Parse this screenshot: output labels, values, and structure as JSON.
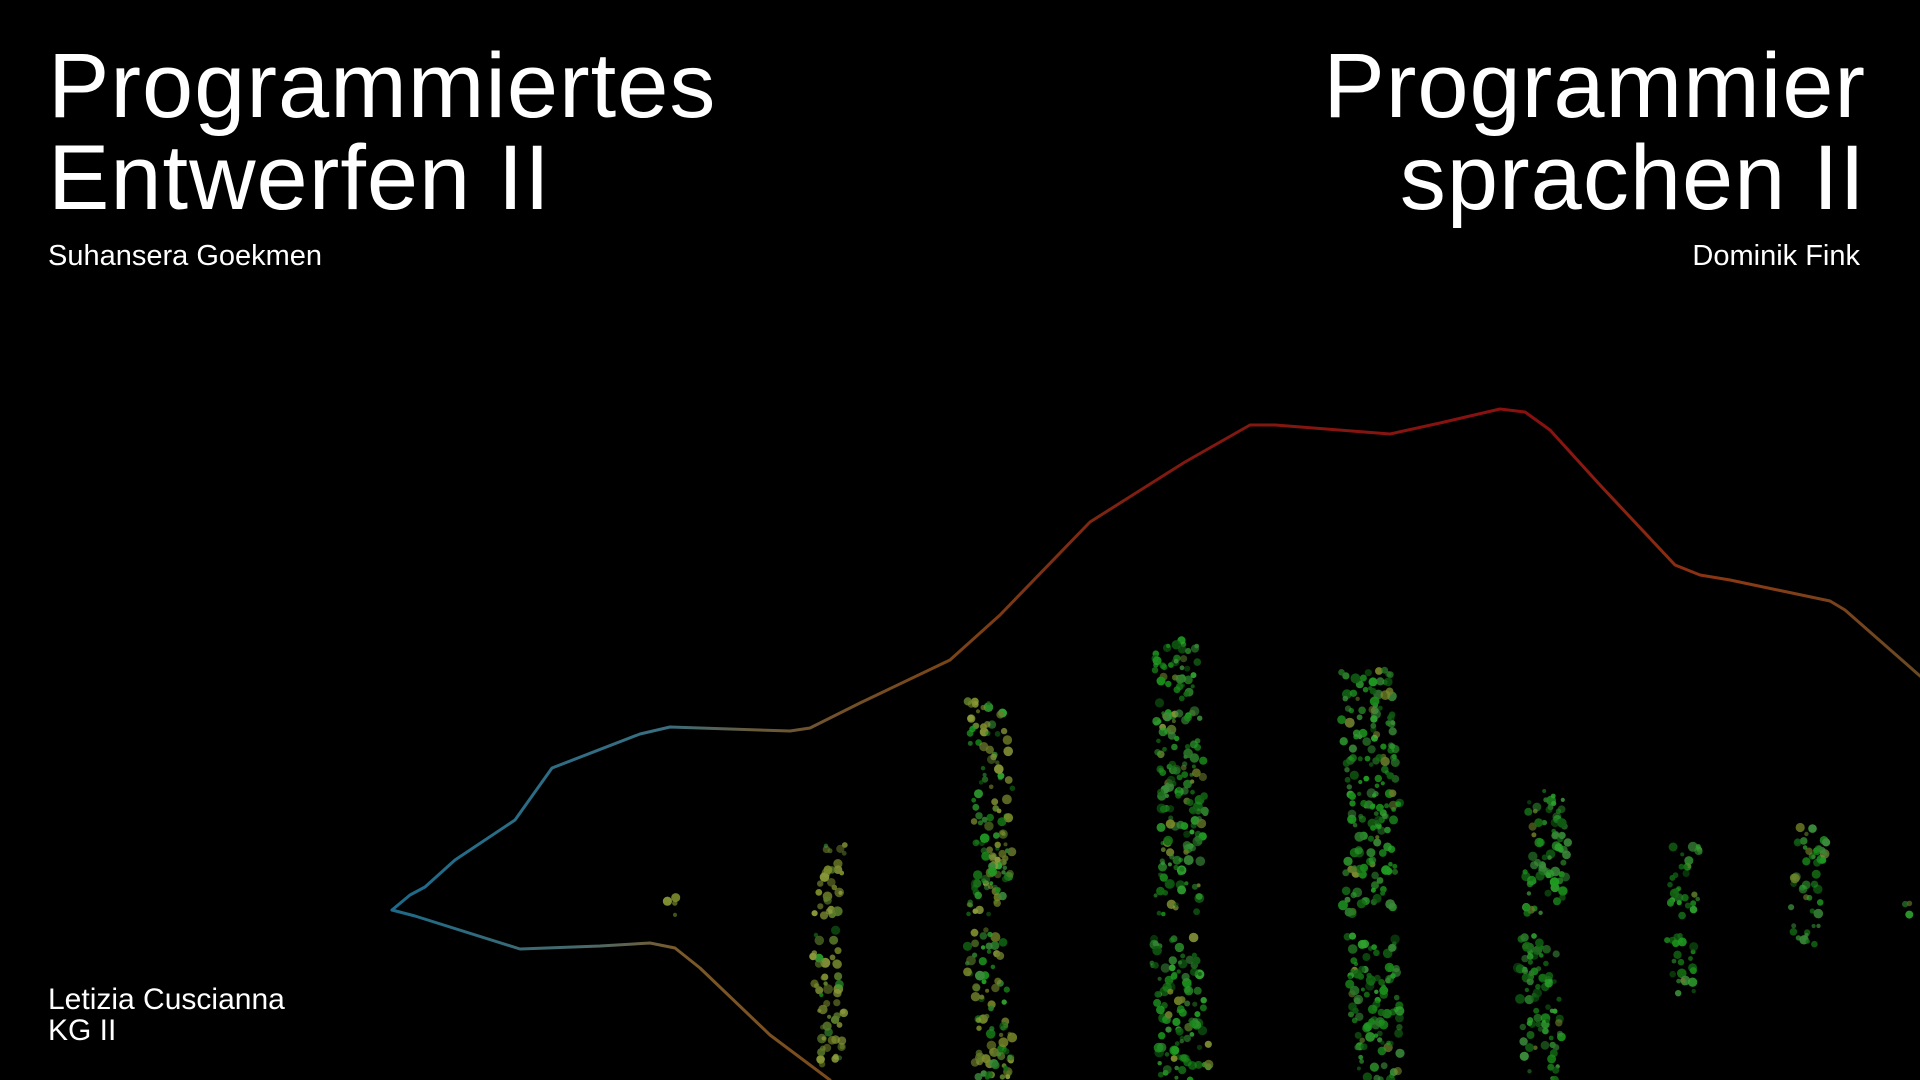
{
  "left_course": {
    "title_line1": "Programmiertes",
    "title_line2": "Entwerfen II",
    "author": "Suhansera Goekmen"
  },
  "right_course": {
    "title_line1": "Programmier",
    "title_line2": "sprachen II",
    "author": "Dominik Fink"
  },
  "footer": {
    "name": "Letizia Cuscianna",
    "course": "KG II"
  },
  "colors": {
    "background": "#000000",
    "text": "#ffffff",
    "curve_blue": "#1f6f8b",
    "curve_red": "#8b0f0f",
    "curve_brown": "#7a4a1c",
    "dots_green": "#1a9a1a",
    "dots_olive": "#7a8a2a"
  }
}
